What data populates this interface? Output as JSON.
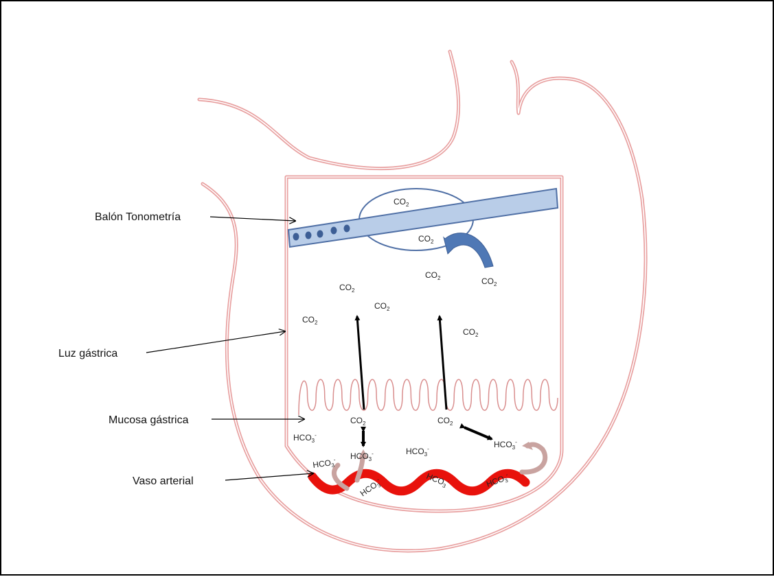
{
  "labels": {
    "balloon": "Balón Tonometría",
    "lumen": "Luz gástrica",
    "mucosa": "Mucosa gástrica",
    "vessel": "Vaso arterial"
  },
  "chemistry": {
    "co2_base": "CO",
    "co2_sub": "2",
    "hco3_base": "HCO",
    "hco3_sub": "3",
    "hco3_sup": "-"
  },
  "colors": {
    "stomach_outline": "#e8a0a0",
    "tube_fill": "#b9cde8",
    "tube_stroke": "#4f6fa5",
    "balloon_stroke": "#4f6fa5",
    "artery": "#e8120c",
    "arrow": "#000000",
    "diffusion_arrow": "#c9a3a0"
  }
}
